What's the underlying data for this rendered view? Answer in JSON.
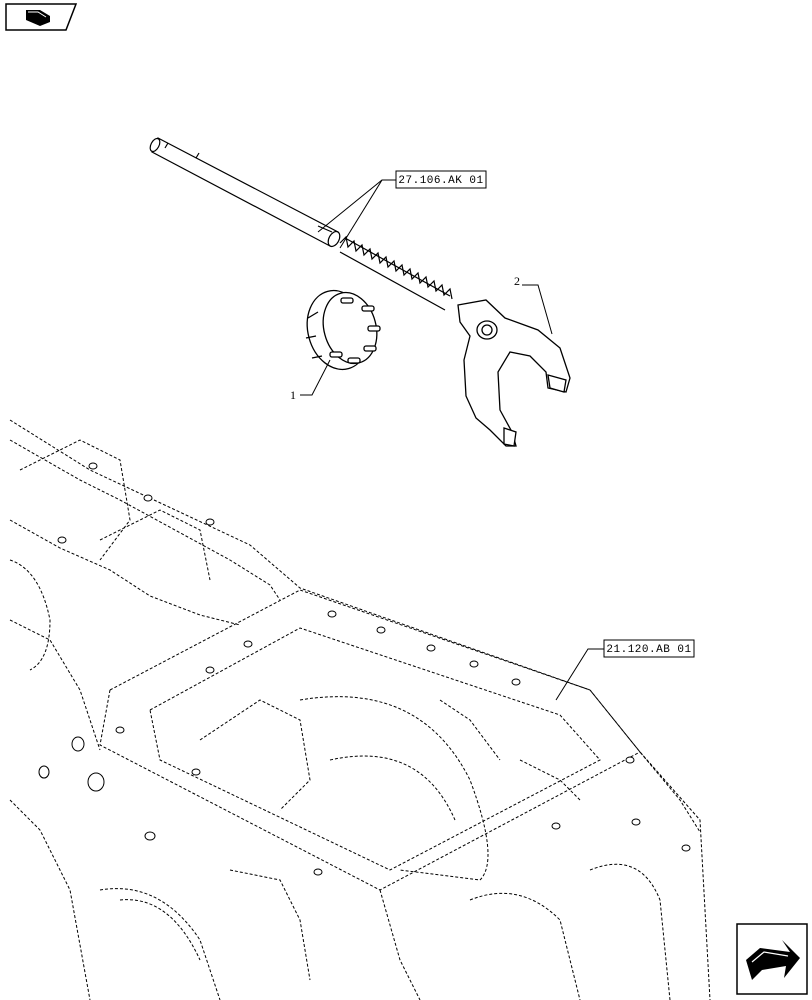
{
  "diagram": {
    "references": [
      {
        "id": "ref-27",
        "text": "27.106.AK 01"
      },
      {
        "id": "ref-21",
        "text": "21.120.AB 01"
      }
    ],
    "callouts": [
      {
        "id": "callout-1",
        "text": "1"
      },
      {
        "id": "callout-2",
        "text": "2"
      }
    ],
    "nav": {
      "top_icon": "book-icon",
      "bottom_icon": "next-page-arrow-icon"
    }
  }
}
